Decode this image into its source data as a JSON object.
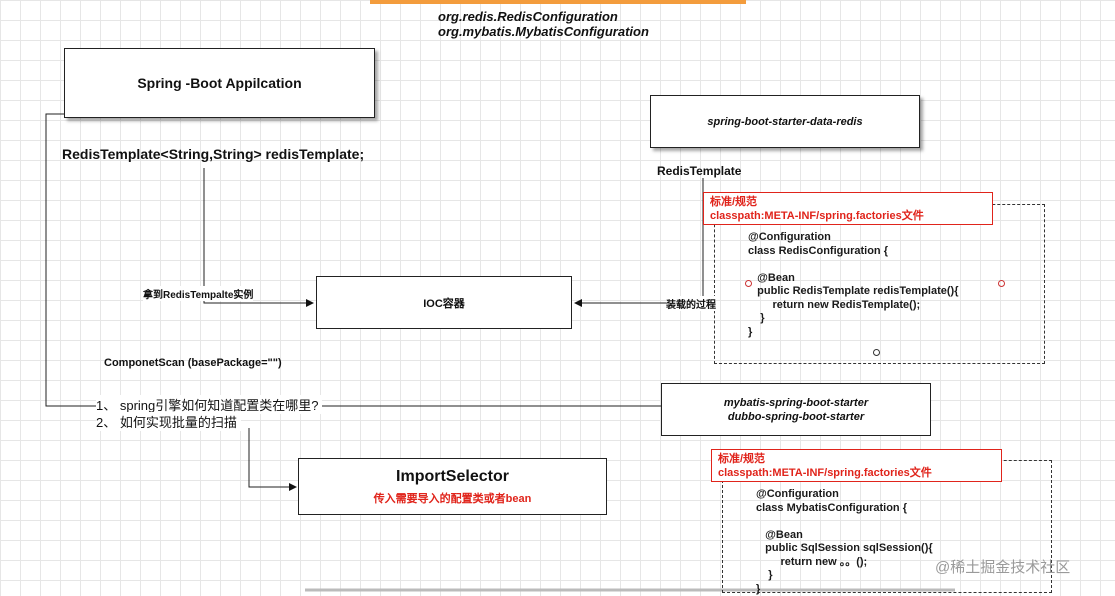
{
  "top_packages": [
    "org.redis.RedisConfiguration",
    "org.mybatis.MybatisConfiguration"
  ],
  "spring_boot_app": "Spring -Boot Appilcation",
  "redis_template_decl": "RedisTemplate<String,String> redisTemplate;",
  "starter_redis": "spring-boot-starter-data-redis",
  "redis_template_label": "RedisTemplate",
  "ioc_container": "IOC容器",
  "get_instance_label": "拿到RedisTempalte实例",
  "assemble_label": "装载的过程",
  "component_scan": "ComponetScan (basePackage=\"\")",
  "questions": [
    "1、 spring引擎如何知道配置类在哪里?",
    "2、 如何实现批量的扫描"
  ],
  "starters_box": [
    "mybatis-spring-boot-starter",
    "dubbo-spring-boot-starter"
  ],
  "import_selector": {
    "title": "ImportSelector",
    "subtitle": "传入需要导入的配置类或者bean"
  },
  "spec_note_1": [
    "标准/规范",
    "classpath:META-INF/spring.factories文件"
  ],
  "spec_note_2": [
    "标准/规范",
    "classpath:META-INF/spring.factories文件"
  ],
  "redis_config_code": "@Configuration\nclass RedisConfiguration {\n\n   @Bean\n   public RedisTemplate redisTemplate(){\n        return new RedisTemplate();\n    }\n}",
  "mybatis_config_code": "@Configuration\nclass MybatisConfiguration {\n\n   @Bean\n   public SqlSession sqlSession(){\n        return new 。。();\n    }\n}",
  "watermark": "@稀土掘金技术社区",
  "colors": {
    "accent_red": "#e0241b",
    "top_bar_orange": "#f39c3d"
  }
}
